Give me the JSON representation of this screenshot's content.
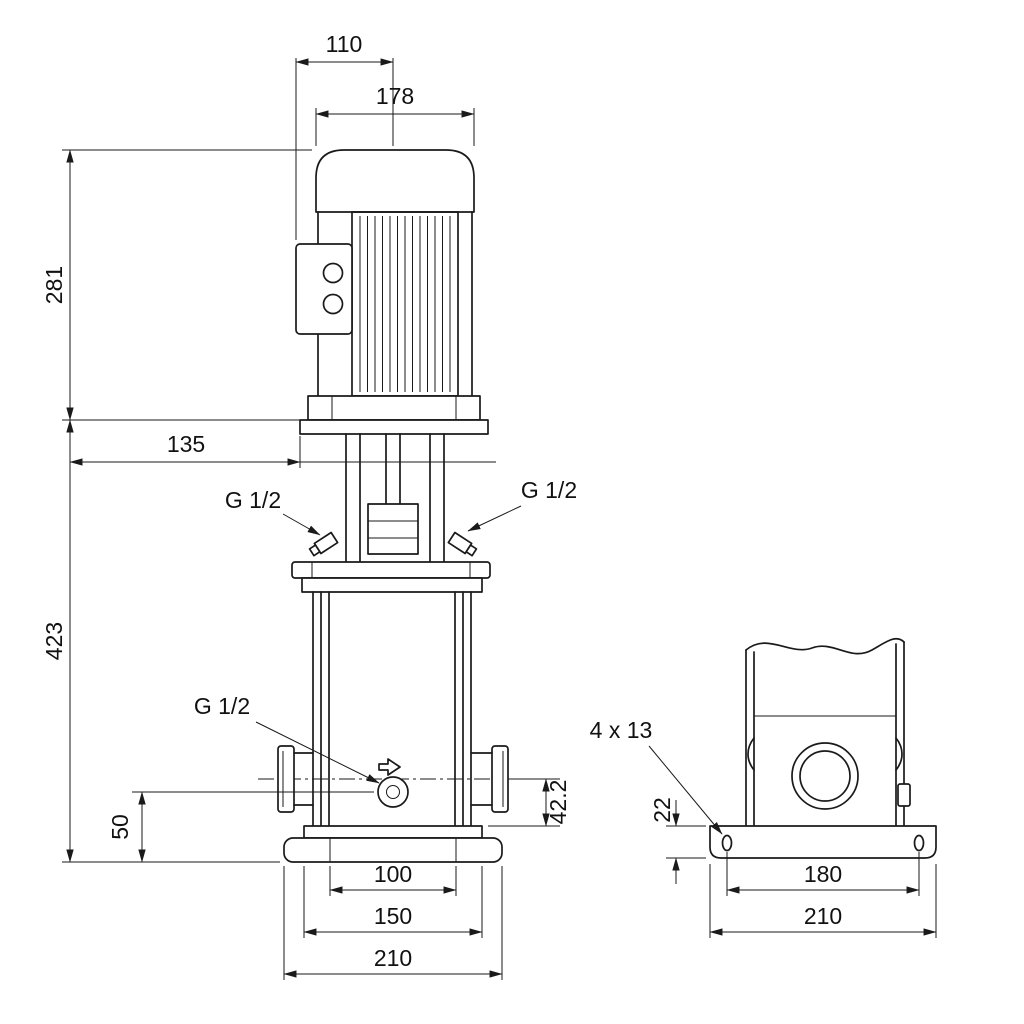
{
  "drawing": {
    "background": "#ffffff",
    "line_color": "#1a1a1a",
    "type": "pump-dimensional-drawing"
  },
  "main_view": {
    "dims": {
      "top_width": "110",
      "motor_width": "178",
      "motor_height": "281",
      "head_offset": "135",
      "pump_height": "423",
      "port_height": "42.2",
      "drain_height": "50",
      "base_inner": "100",
      "base_mid": "150",
      "base_outer": "210"
    },
    "labels": {
      "plug_left": "G 1/2",
      "plug_right": "G 1/2",
      "plug_drain": "G 1/2"
    }
  },
  "side_view": {
    "dims": {
      "bolt_holes": "4 x 13",
      "base_height": "22",
      "bolt_spacing": "180",
      "base_width": "210"
    }
  }
}
